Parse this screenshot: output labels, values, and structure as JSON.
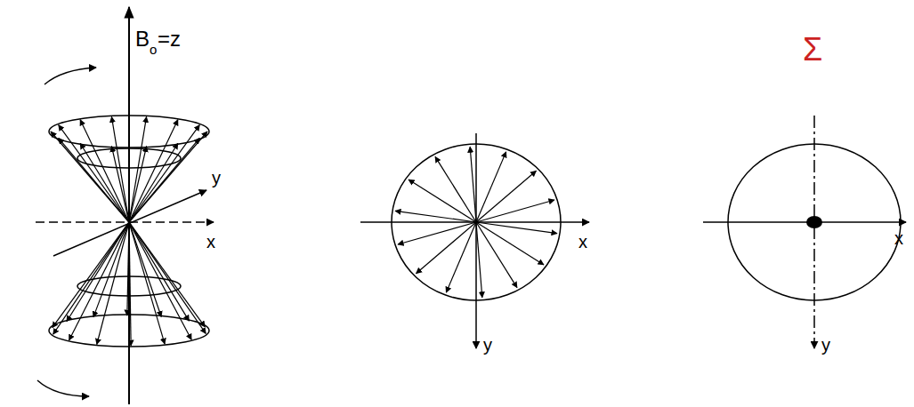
{
  "diagram": {
    "labels": [
      "B",
      "o",
      "=z",
      "y",
      "x",
      "x",
      "y",
      "Σ",
      "x",
      "y"
    ]
  }
}
